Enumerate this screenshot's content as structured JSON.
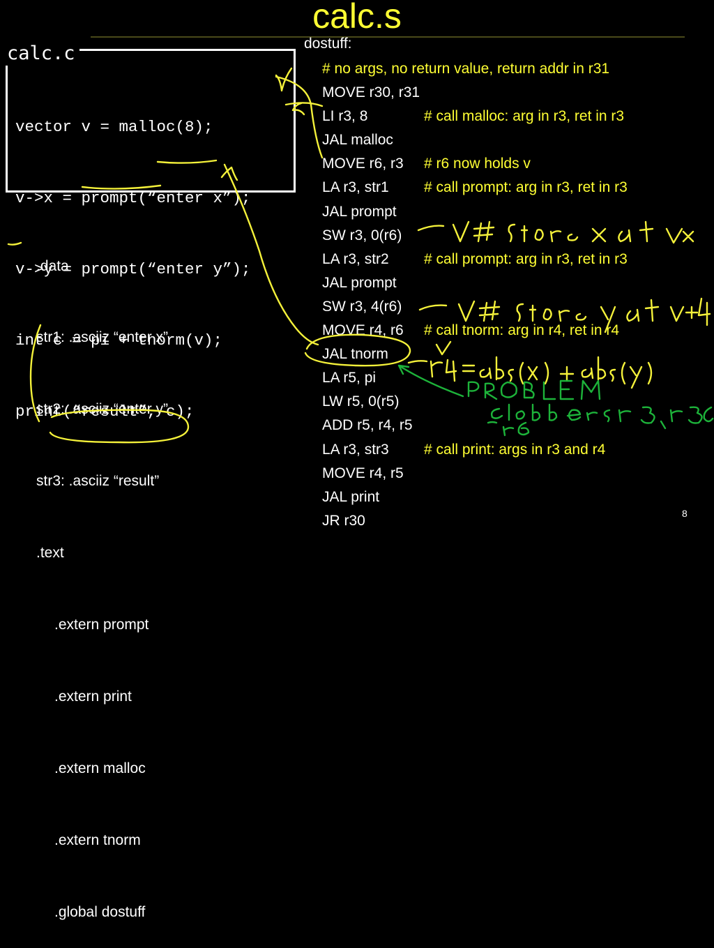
{
  "slide": {
    "title": "calc.s",
    "page_number": "8"
  },
  "calc_c": {
    "label": "calc.c",
    "lines": [
      "vector v = malloc(8);",
      "v->x = prompt(“enter x”);",
      "v->y = prompt(“enter y”);",
      "int c = pi + tnorm(v);",
      "print(“result”, c);"
    ]
  },
  "data_section": {
    "lines": [
      ".data",
      "str1: .asciiz “enter x”",
      "str2: .asciiz “enter y”",
      "str3: .asciiz “result”",
      ".text"
    ],
    "indented_lines": [
      ".extern prompt",
      ".extern print",
      ".extern malloc",
      ".extern tnorm",
      ".global dostuff"
    ]
  },
  "assembly": {
    "label": "dostuff:",
    "lines": [
      {
        "code": "",
        "comment": "# no args, no return value, return addr in r31"
      },
      {
        "code": "MOVE r30, r31",
        "comment": ""
      },
      {
        "code": "LI r3, 8",
        "comment": "# call malloc: arg in r3, ret in r3"
      },
      {
        "code": "JAL malloc",
        "comment": ""
      },
      {
        "code": "MOVE r6, r3",
        "comment": "# r6 now holds v"
      },
      {
        "code": "LA r3, str1",
        "comment": "# call prompt: arg in r3, ret in r3"
      },
      {
        "code": "JAL prompt",
        "comment": ""
      },
      {
        "code": "SW r3, 0(r6)",
        "comment": ""
      },
      {
        "code": "LA r3, str2",
        "comment": "# call prompt: arg in r3, ret in r3"
      },
      {
        "code": "JAL prompt",
        "comment": ""
      },
      {
        "code": "SW r3, 4(r6)",
        "comment": ""
      },
      {
        "code": "MOVE r4, r6",
        "comment": "# call tnorm: arg in r4, ret in r4"
      },
      {
        "code": "JAL tnorm",
        "comment": ""
      },
      {
        "code": "LA r5, pi",
        "comment": ""
      },
      {
        "code": "LW r5, 0(r5)",
        "comment": ""
      },
      {
        "code": "ADD r5, r4, r5",
        "comment": ""
      },
      {
        "code": "LA r3, str3",
        "comment": "# call print: args in r3 and r4"
      },
      {
        "code": "MOVE r4, r5",
        "comment": ""
      },
      {
        "code": "JAL print",
        "comment": ""
      },
      {
        "code": "JR r30",
        "comment": ""
      }
    ]
  },
  "ink_colors": {
    "yellow": "#f4f13a",
    "green": "#1db33a"
  }
}
